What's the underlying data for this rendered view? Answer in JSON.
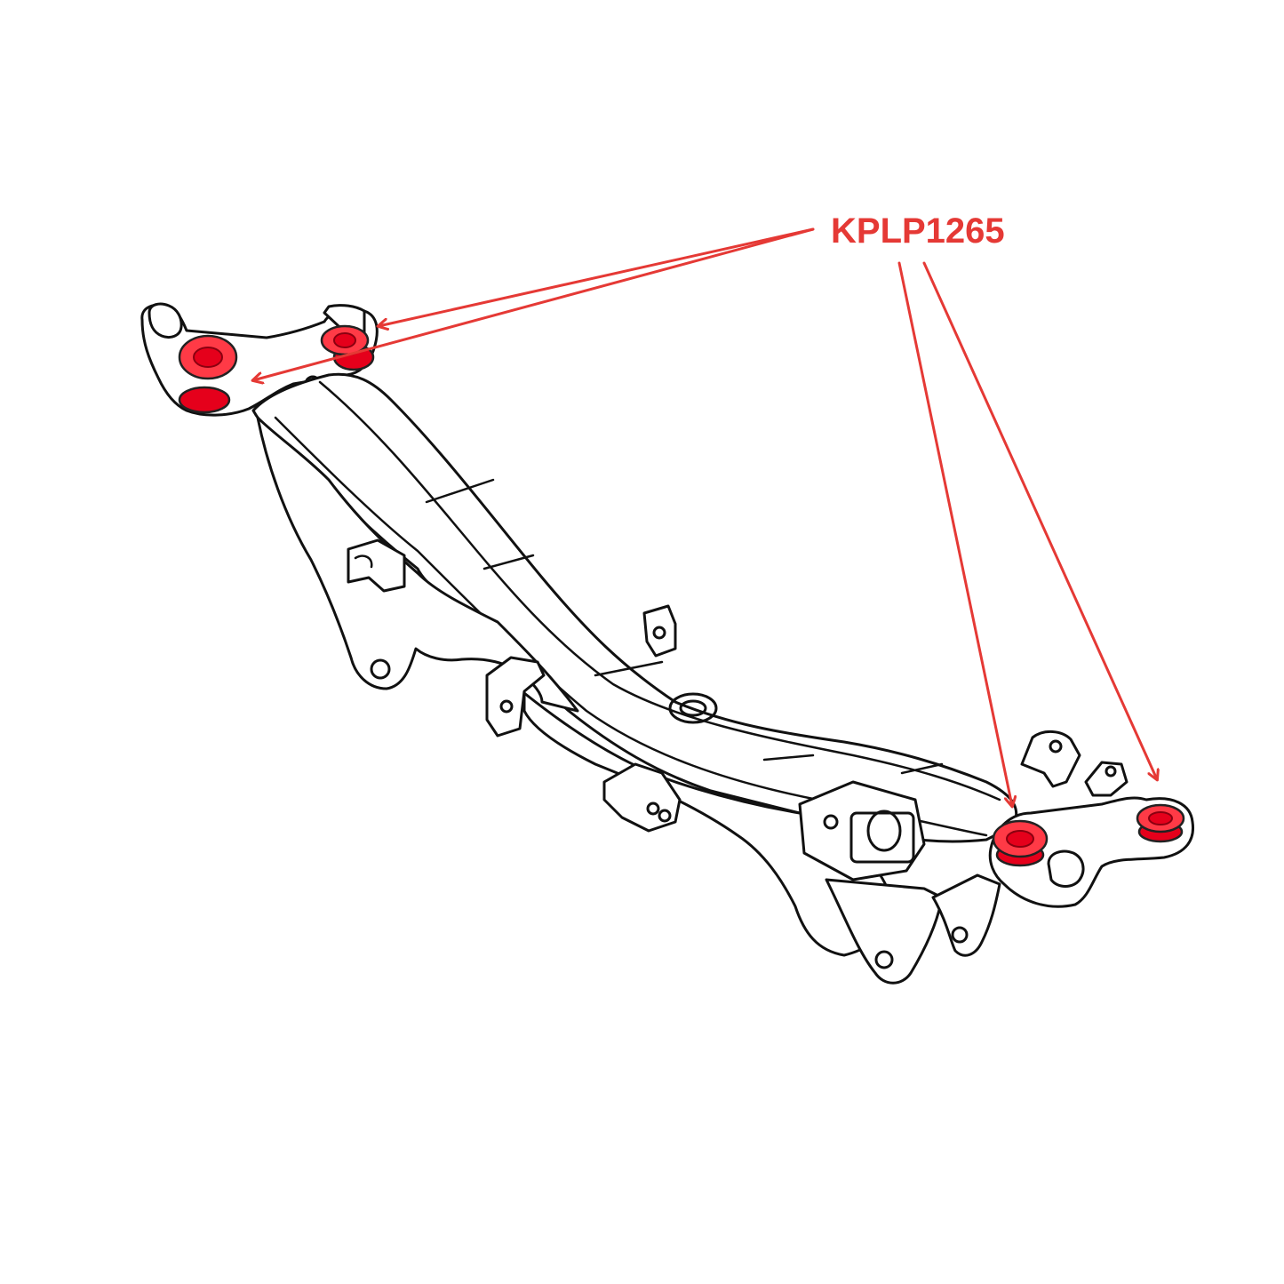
{
  "callout": {
    "label": "KPLP1265"
  },
  "colors": {
    "accent": "#e53935",
    "bushing_fill": "#e5001b",
    "bushing_highlight": "#ff3a46",
    "line_art": "#111111",
    "background": "#ffffff"
  },
  "diagram": {
    "subject": "rear-subframe-crossmember",
    "highlighted_bushings": 4
  }
}
